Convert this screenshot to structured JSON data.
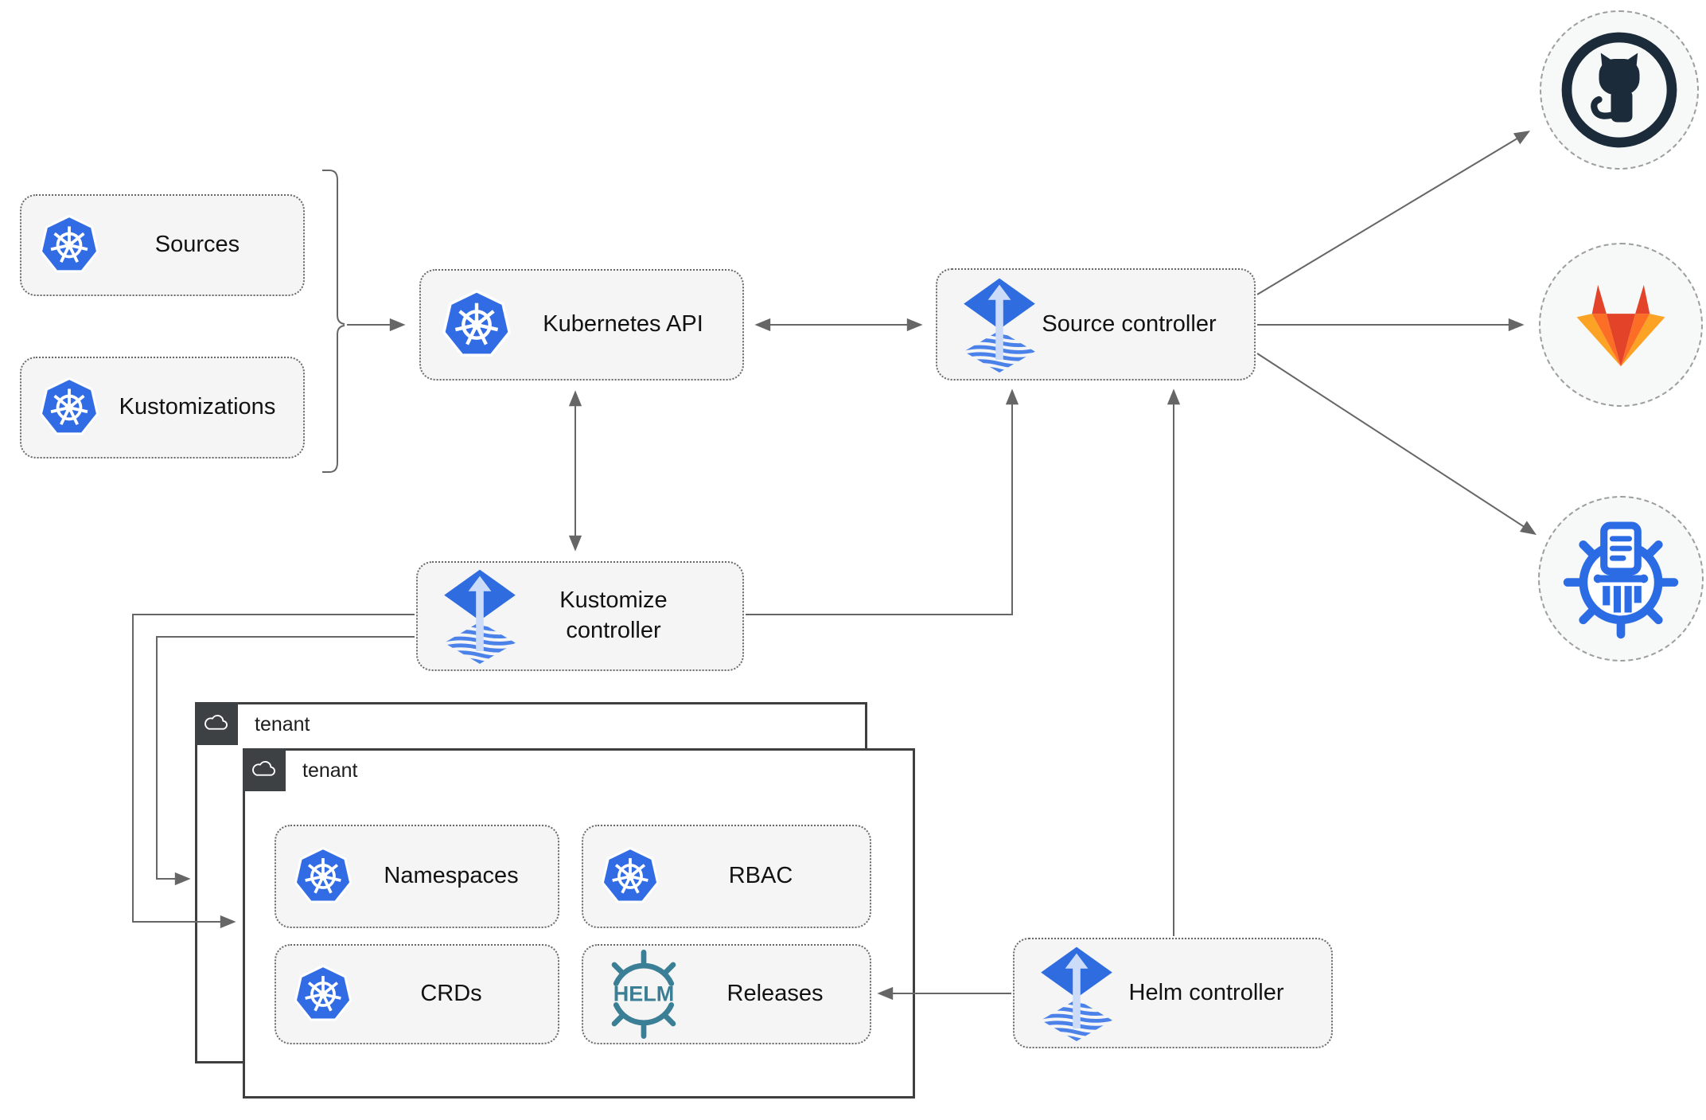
{
  "nodes": {
    "sources": "Sources",
    "kustomizations": "Kustomizations",
    "kubernetes_api": "Kubernetes API",
    "source_controller": "Source controller",
    "kustomize_controller": "Kustomize controller",
    "helm_controller": "Helm controller",
    "tenant_back": "tenant",
    "tenant_front": "tenant",
    "namespaces": "Namespaces",
    "rbac": "RBAC",
    "crds": "CRDs",
    "releases": "Releases"
  },
  "icons": {
    "helm_logo_text": "HELM",
    "kubernetes": "kubernetes-icon",
    "flux": "flux-icon",
    "cloud": "cloud-icon",
    "github": "github-icon",
    "gitlab": "gitlab-icon",
    "registry": "container-registry-icon"
  },
  "colors": {
    "kubernetes_blue": "#326ce5",
    "flux_blue": "#2f6ce0",
    "flux_arrow_light": "#ccdcf8",
    "helm_teal": "#3a7f95",
    "github_dark": "#1c2b3a",
    "gitlab_red": "#e24329",
    "gitlab_orange": "#fc6d26",
    "gitlab_yellow": "#fca326",
    "registry_blue": "#2b6ce5",
    "node_fill": "#f5f5f5",
    "line_gray": "#666666",
    "tenant_dark": "#3d4144"
  },
  "edges": [
    {
      "from": "sources+kustomizations",
      "to": "kubernetes_api",
      "style": "arrow"
    },
    {
      "from": "kubernetes_api",
      "to": "source_controller",
      "style": "double-arrow"
    },
    {
      "from": "kubernetes_api",
      "to": "kustomize_controller",
      "style": "double-arrow"
    },
    {
      "from": "kustomize_controller",
      "to": "source_controller",
      "style": "arrow"
    },
    {
      "from": "kustomize_controller",
      "to": "tenant_front",
      "style": "arrow"
    },
    {
      "from": "kustomize_controller",
      "to": "tenant_back",
      "style": "arrow"
    },
    {
      "from": "helm_controller",
      "to": "source_controller",
      "style": "arrow"
    },
    {
      "from": "helm_controller",
      "to": "releases",
      "style": "arrow"
    },
    {
      "from": "source_controller",
      "to": "github",
      "style": "arrow"
    },
    {
      "from": "source_controller",
      "to": "gitlab",
      "style": "arrow"
    },
    {
      "from": "source_controller",
      "to": "container_registry",
      "style": "arrow"
    }
  ]
}
